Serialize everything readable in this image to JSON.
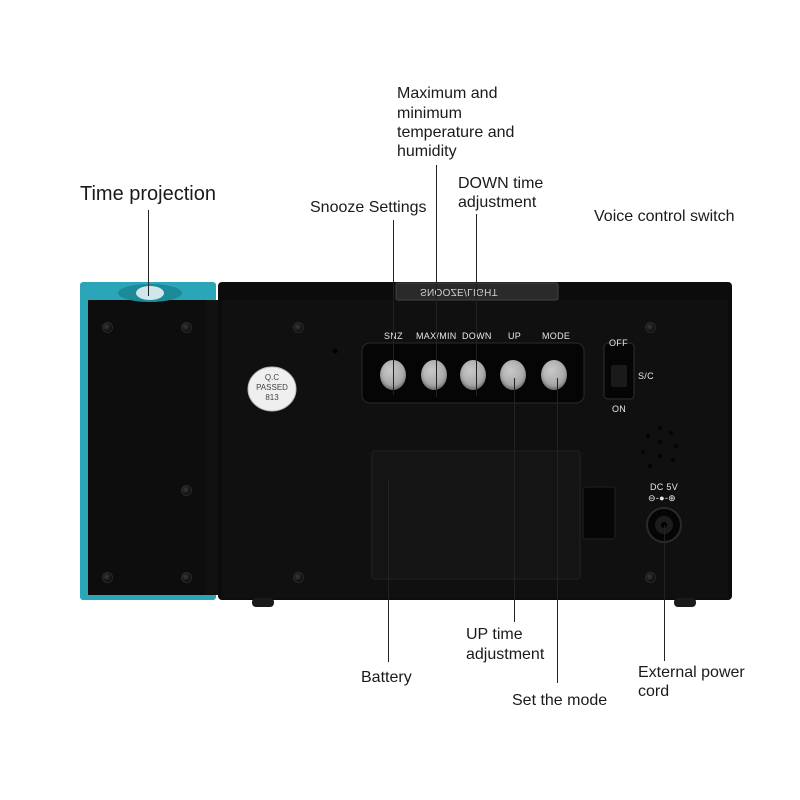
{
  "callouts": {
    "time_projection": "Time projection",
    "maxmin_line1": "Maximum and",
    "maxmin_line2": "minimum",
    "maxmin_line3": "temperature and",
    "maxmin_line4": "humidity",
    "snooze": "Snooze Settings",
    "down_line1": "DOWN time",
    "down_line2": "adjustment",
    "voice_switch": "Voice control switch",
    "up_line1": "UP time",
    "up_line2": "adjustment",
    "battery": "Battery",
    "mode": "Set the mode",
    "power_line1": "External power",
    "power_line2": "cord"
  },
  "device": {
    "top_label": "SNOOZE/LIGHT",
    "buttons": [
      "SNZ",
      "MAX/MIN",
      "DOWN",
      "UP",
      "MODE"
    ],
    "switch_off": "OFF",
    "switch_on": "ON",
    "switch_name": "S/C",
    "qc_line1": "Q.C",
    "qc_line2": "PASSED",
    "qc_line3": "813",
    "dc_label": "DC 5V",
    "dc_symbol": "⊖-●-⊕"
  },
  "colors": {
    "body": "#0c0c0c",
    "accent_teal": "#2aa6b8",
    "button_gray": "#a9a9a9"
  }
}
